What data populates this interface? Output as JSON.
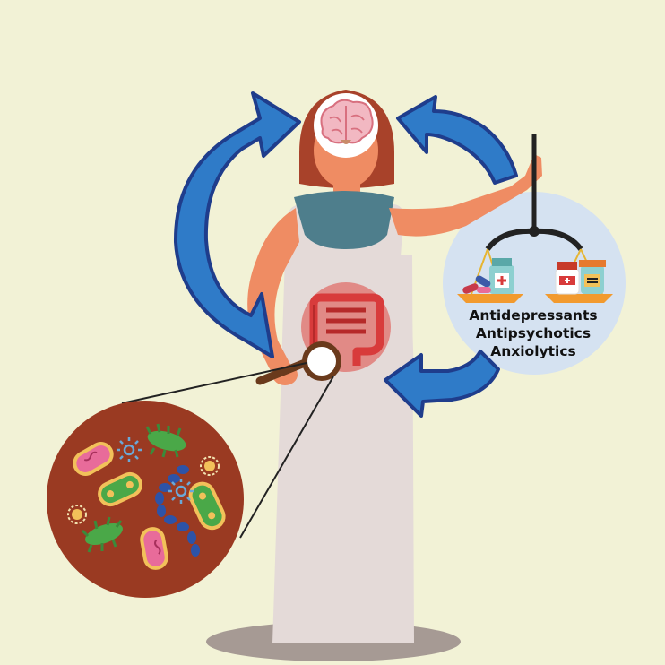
{
  "medications": {
    "lines": [
      "Antidepressants",
      "Antipsychotics",
      "Anxiolytics"
    ]
  },
  "colors": {
    "background": "#f2f2d6",
    "arrow_fill": "#2f7bc8",
    "arrow_outline": "#1f3d8c",
    "microbiome_circle": "#9a3a22",
    "scale_circle": "#d5e2f1",
    "skin": "#ef8c63",
    "hair": "#a8422a",
    "dress": "#e4dad8",
    "top": "#4e7e8c",
    "intestine": "#d83b3b"
  },
  "icons": [
    "brain-icon",
    "intestine-icon",
    "magnifying-glass-icon",
    "balance-scale-icon",
    "pill-bottle-icon",
    "bacteria-icon",
    "virus-icon"
  ]
}
